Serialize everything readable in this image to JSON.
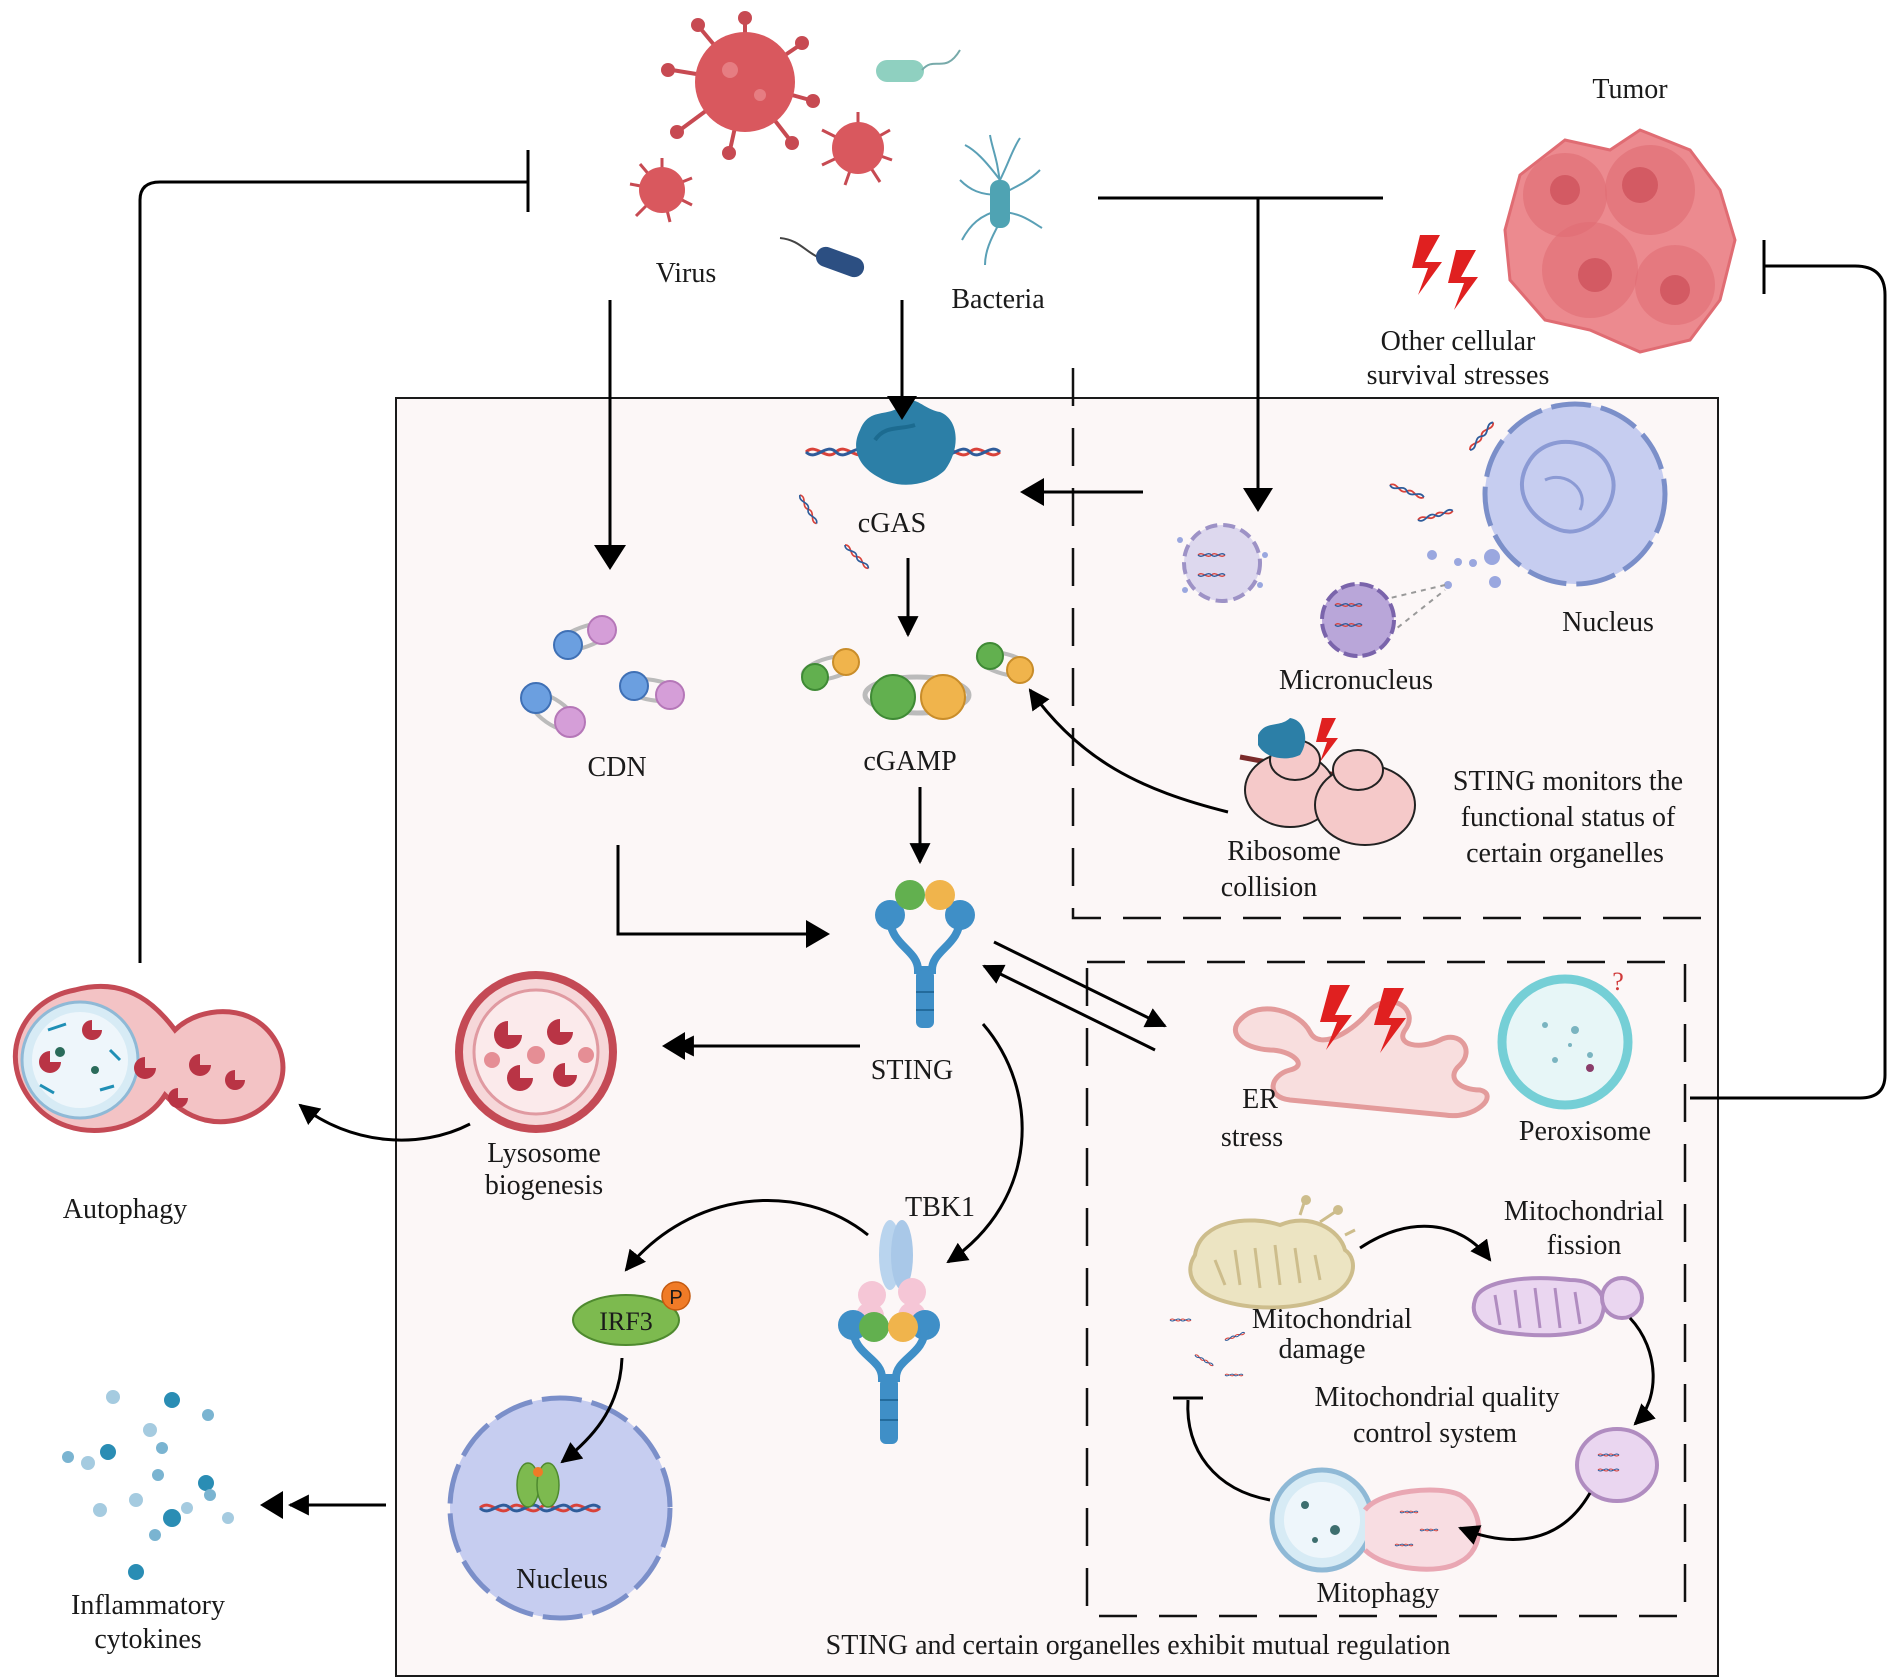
{
  "labels": {
    "virus": "Virus",
    "bacteria": "Bacteria",
    "tumor": "Tumor",
    "stress_line1": "Other cellular",
    "stress_line2": "survival stresses",
    "cgas": "cGAS",
    "cdn": "CDN",
    "cgamp": "cGAMP",
    "sting": "STING",
    "tbk1": "TBK1",
    "irf3": "IRF3",
    "p": "P",
    "nucleus_lower": "Nucleus",
    "nucleus_upper": "Nucleus",
    "micronucleus": "Micronucleus",
    "ribosome_line1": "Ribosome",
    "ribosome_line2": "collision",
    "monitor_line1": "STING monitors the",
    "monitor_line2": "functional status of",
    "monitor_line3": "certain organelles",
    "er_line1": "ER",
    "er_line2": "stress",
    "peroxisome": "Peroxisome",
    "peroxisome_q": "?",
    "fission_line1": "Mitochondrial",
    "fission_line2": "fission",
    "damage_line1": "Mitochondrial",
    "damage_line2": "damage",
    "mqc_line1": "Mitochondrial quality",
    "mqc_line2": "control system",
    "mitophagy": "Mitophagy",
    "lysosome_line1": "Lysosome",
    "lysosome_line2": "biogenesis",
    "autophagy": "Autophagy",
    "cytokines_line1": "Inflammatory",
    "cytokines_line2": "cytokines",
    "mutual": "STING and certain organelles exhibit mutual regulation"
  },
  "colors": {
    "cell_fill": "#fcf7f7",
    "virus": "#d9585e",
    "tumor": "#e97d82",
    "sting_blue": "#3f8fc7",
    "cgamp_green": "#62b04f",
    "cgamp_orange": "#f0b44c",
    "cdn_blue": "#6b9fe0",
    "cdn_pink": "#d59ed8",
    "lysosome_red": "#c44a55",
    "nucleus_blue": "#c6cdf0",
    "irf3_green": "#7dba4f",
    "er_pink": "#e8a5a5",
    "peroxisome_teal": "#75cfd6",
    "mito_beige": "#ece4c2",
    "mito_purple": "#cfa8d8",
    "cytokine_blue": "#2a8db4"
  }
}
